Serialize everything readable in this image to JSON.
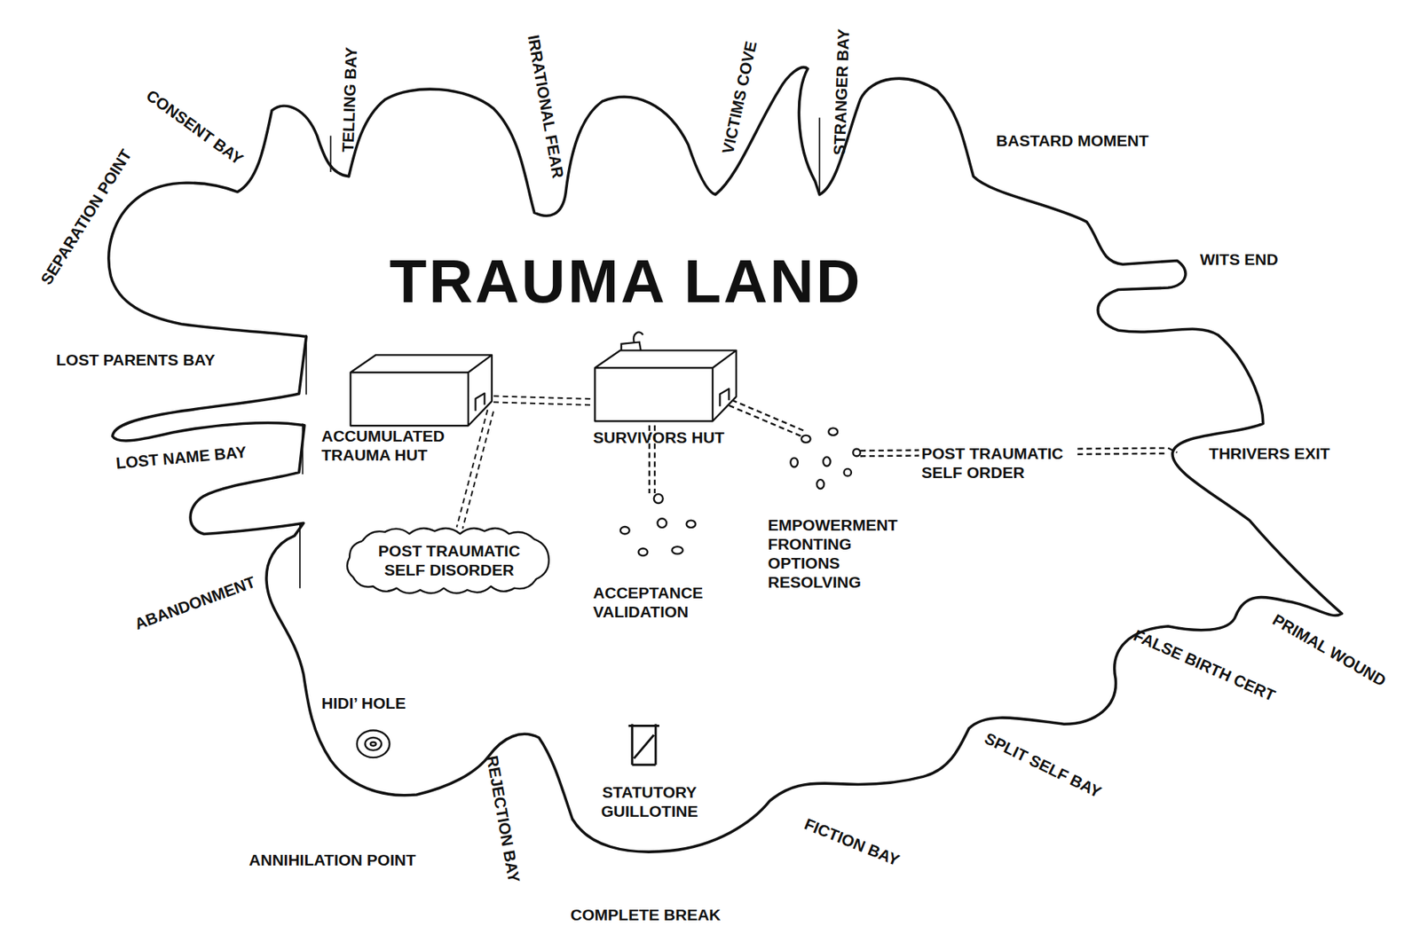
{
  "diagram": {
    "title": "TRAUMA LAND",
    "nodes": [
      {
        "text": [
          "ACCUMULATED TRAUMA HUT"
        ]
      },
      {
        "text": [
          "SURVIVORS HUT"
        ]
      },
      {
        "text": [
          "POST TRAUMATIC SELF DISORDER"
        ]
      }
    ],
    "edges": [
      {
        "from": 0,
        "to": 1,
        "arrow": "none"
      },
      {
        "from": 0,
        "to": 2,
        "arrow": "none"
      }
    ],
    "labels": [
      "SEPARATION POINT",
      "CONSENT BAY",
      "TELLING BAY",
      "IRRATIONAL FEAR",
      "VICTIMS COVE",
      "STRANGER BAY",
      "BASTARD MOMENT",
      "WITS END",
      "LOST PARENTS BAY",
      "LOST NAME BAY",
      "ABANDONMENT",
      "HIDI’ HOLE",
      "ANNIHILATION POINT",
      "REJECTION BAY",
      "STATUTORY GUILLOTINE",
      "COMPLETE BREAK",
      "FICTION BAY",
      "SPLIT SELF BAY",
      "FALSE BIRTH CERT",
      "PRIMAL WOUND",
      "THRIVERS EXIT",
      "POST TRAUMATIC SELF ORDER",
      "EMPOWERMENT FRONTING OPTIONS RESOLVING",
      "ACCEPTANCE VALIDATION"
    ]
  }
}
